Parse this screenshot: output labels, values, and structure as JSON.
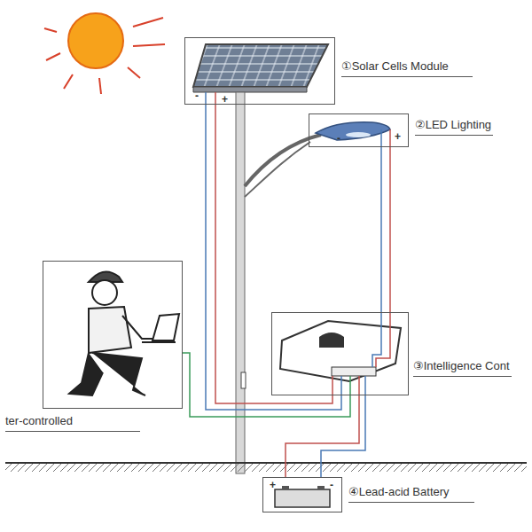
{
  "diagram": {
    "nodes": [
      {
        "text": [
          "①Solar Cells Module"
        ]
      },
      {
        "text": [
          "②LED Lighting"
        ]
      },
      {
        "text": [
          "ter-controlled"
        ]
      },
      {
        "text": [
          "③Intelligence Cont"
        ]
      },
      {
        "text": [
          "④Lead-acid Battery"
        ]
      }
    ],
    "edges": [
      {
        "from": 0,
        "to": 3,
        "arrow": "none"
      },
      {
        "from": 0,
        "to": 3,
        "arrow": "none"
      },
      {
        "from": 1,
        "to": 3,
        "arrow": "none"
      },
      {
        "from": 1,
        "to": 3,
        "arrow": "none"
      },
      {
        "from": 2,
        "to": 3,
        "arrow": "none"
      },
      {
        "from": 3,
        "to": 4,
        "arrow": "none"
      },
      {
        "from": 3,
        "to": 4,
        "arrow": "none"
      }
    ],
    "labels": [
      "-",
      "+",
      "-",
      "+",
      "+",
      "-"
    ]
  }
}
